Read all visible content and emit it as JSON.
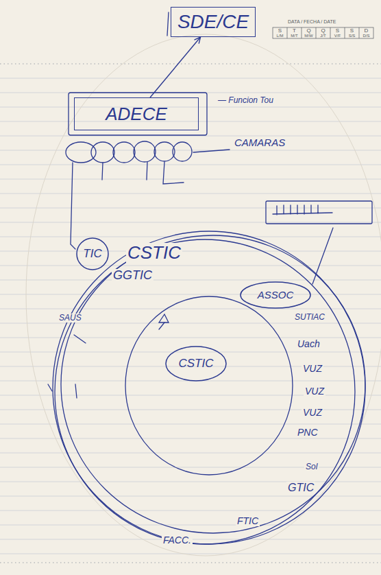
{
  "diagram": {
    "nodes": [
      {
        "text": [
          "SDE/CE"
        ]
      },
      {
        "text": [
          "ADECE"
        ]
      },
      {
        "text": [
          "TIC"
        ]
      },
      {
        "text": [
          "ASSOC"
        ]
      },
      {
        "text": [
          "CSTIC"
        ]
      }
    ],
    "edges": [
      {
        "from": 1,
        "to": 0,
        "arrow": "to"
      }
    ],
    "labels": [
      "DATA / FECHA / DATE",
      "S",
      "T",
      "Q",
      "Q",
      "S",
      "S",
      "D",
      "L/M",
      "M/T",
      "M/W",
      "J/T",
      "V/F",
      "S/S",
      "D/S",
      "— Funcion Tou",
      "CAMARAS",
      "CSTIC",
      "GGTIC",
      "SAUS",
      "SUTIAC",
      "Uach",
      "VUZ",
      "VUZ",
      "VUZ",
      "PNC",
      "Sol",
      "GTIC",
      "FTIC",
      "FACC."
    ]
  }
}
